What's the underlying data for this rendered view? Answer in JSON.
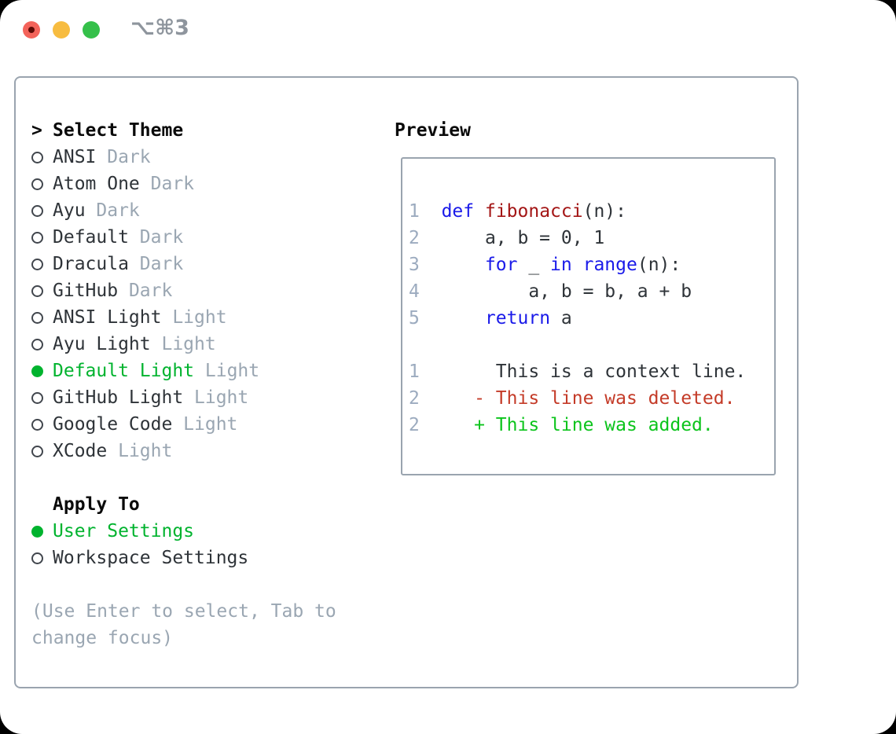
{
  "titlebar": {
    "shortcut": "⌥⌘3",
    "traffic_lights": [
      "close",
      "minimize",
      "zoom"
    ]
  },
  "theme_selector": {
    "cursor": ">",
    "title": "Select Theme",
    "themes": [
      {
        "name": "ANSI",
        "variant": "Dark",
        "selected": false
      },
      {
        "name": "Atom One",
        "variant": "Dark",
        "selected": false
      },
      {
        "name": "Ayu",
        "variant": "Dark",
        "selected": false
      },
      {
        "name": "Default",
        "variant": "Dark",
        "selected": false
      },
      {
        "name": "Dracula",
        "variant": "Dark",
        "selected": false
      },
      {
        "name": "GitHub",
        "variant": "Dark",
        "selected": false
      },
      {
        "name": "ANSI Light",
        "variant": "Light",
        "selected": false
      },
      {
        "name": "Ayu Light",
        "variant": "Light",
        "selected": false
      },
      {
        "name": "Default Light",
        "variant": "Light",
        "selected": true
      },
      {
        "name": "GitHub Light",
        "variant": "Light",
        "selected": false
      },
      {
        "name": "Google Code",
        "variant": "Light",
        "selected": false
      },
      {
        "name": "XCode",
        "variant": "Light",
        "selected": false
      }
    ]
  },
  "apply_to": {
    "title": "Apply To",
    "options": [
      {
        "label": "User Settings",
        "selected": true
      },
      {
        "label": "Workspace Settings",
        "selected": false
      }
    ]
  },
  "hint": {
    "line1": "(Use Enter to select, Tab to",
    "line2": "change focus)"
  },
  "preview": {
    "title": "Preview",
    "lines": [
      [
        {
          "c": "ln",
          "t": "1"
        },
        {
          "c": "pl",
          "t": "  "
        },
        {
          "c": "kw",
          "t": "def"
        },
        {
          "c": "pl",
          "t": " "
        },
        {
          "c": "fn",
          "t": "fibonacci"
        },
        {
          "c": "pl",
          "t": "(n):"
        }
      ],
      [
        {
          "c": "ln",
          "t": "2"
        },
        {
          "c": "pl",
          "t": "      a, b = 0, 1"
        }
      ],
      [
        {
          "c": "ln",
          "t": "3"
        },
        {
          "c": "pl",
          "t": "      "
        },
        {
          "c": "kw",
          "t": "for"
        },
        {
          "c": "pl",
          "t": " _ "
        },
        {
          "c": "kw",
          "t": "in"
        },
        {
          "c": "pl",
          "t": " "
        },
        {
          "c": "kw",
          "t": "range"
        },
        {
          "c": "pl",
          "t": "(n):"
        }
      ],
      [
        {
          "c": "ln",
          "t": "4"
        },
        {
          "c": "pl",
          "t": "          a, b = b, a + b"
        }
      ],
      [
        {
          "c": "ln",
          "t": "5"
        },
        {
          "c": "pl",
          "t": "      "
        },
        {
          "c": "kw",
          "t": "return"
        },
        {
          "c": "pl",
          "t": " a"
        }
      ],
      [],
      [
        {
          "c": "ln",
          "t": "1"
        },
        {
          "c": "pl",
          "t": "       This is a context line."
        }
      ],
      [
        {
          "c": "ln",
          "t": "2"
        },
        {
          "c": "del",
          "t": "     - This line was deleted."
        }
      ],
      [
        {
          "c": "ln",
          "t": "2"
        },
        {
          "c": "add",
          "t": "     + This line was added."
        }
      ]
    ]
  },
  "colors": {
    "window_bg": "#ffffff",
    "outside_bg": "#000000",
    "panel_border": "#9aa4af",
    "text": "#2e3338",
    "heading": "#0a0a0a",
    "muted": "#9aa6b2",
    "green": "#00b32e",
    "keyword_blue": "#1a1ae9",
    "function_red": "#a31515",
    "deleted_red": "#c43b28",
    "added_green": "#0cc41c",
    "line_number": "#9cabbf",
    "traffic_red": "#f3635a",
    "traffic_red_dot": "#5d0a05",
    "traffic_yellow": "#f7bc40",
    "traffic_green": "#35c04a",
    "shortcut_gray": "#8e959d"
  }
}
